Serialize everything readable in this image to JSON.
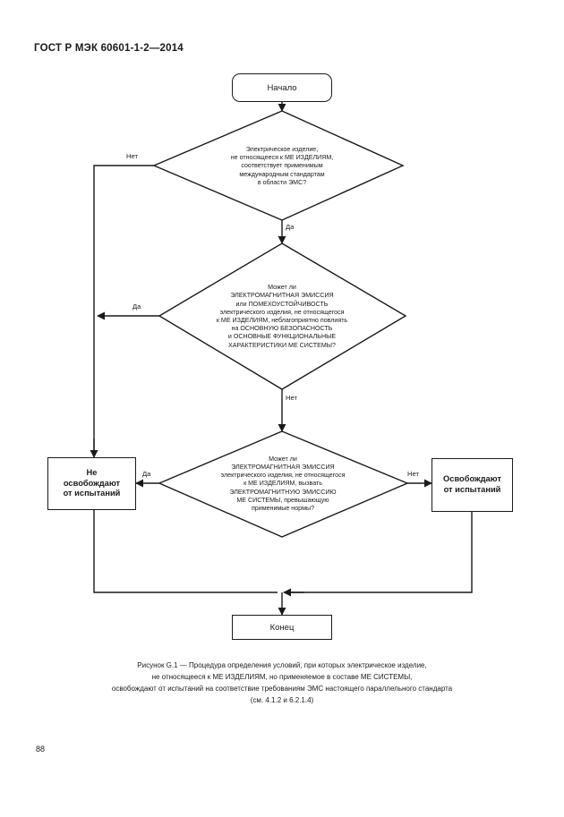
{
  "document": {
    "header": "ГОСТ Р МЭК 60601-1-2—2014",
    "page_number": "88"
  },
  "chart_data": {
    "type": "diagram",
    "diagram_kind": "flowchart",
    "title": "Рисунок G.1",
    "orientation": "top-to-bottom",
    "nodes": [
      {
        "id": "start",
        "shape": "rounded-rectangle",
        "text": "Начало"
      },
      {
        "id": "d1",
        "shape": "diamond",
        "text": "Электрическое изделие,\nне относящееся к МЕ ИЗДЕЛИЯМ,\nсоответствует применимым\nмеждународным стандартам\nв области ЭМС?"
      },
      {
        "id": "d2",
        "shape": "diamond",
        "text": "Может ли\nЭЛЕКТРОМАГНИТНАЯ ЭМИССИЯ\nили ПОМЕХОУСТОЙЧИВОСТЬ\nэлектрического изделия, не относящегося\nк МЕ ИЗДЕЛИЯМ, неблагоприятно повлиять\nна ОСНОВНУЮ БЕЗОПАСНОСТЬ\nи ОСНОВНЫЕ ФУНКЦИОНАЛЬНЫЕ\nХАРАКТЕРИСТИКИ МЕ СИСТЕМЫ?"
      },
      {
        "id": "d3",
        "shape": "diamond",
        "text": "Может ли\nЭЛЕКТРОМАГНИТНАЯ ЭМИССИЯ\nэлектрического изделия, не относящегося\nк МЕ ИЗДЕЛИЯМ, вызвать\nЭЛЕКТРОМАГНИТНУЮ ЭМИССИЮ\nМЕ СИСТЕМЫ, превышающую\nприменимые нормы?"
      },
      {
        "id": "left",
        "shape": "rectangle",
        "text": "Не\nосвобождают\nот испытаний"
      },
      {
        "id": "right",
        "shape": "rectangle",
        "text": "Освобождают\nот испытаний"
      },
      {
        "id": "end",
        "shape": "rectangle",
        "text": "Конец"
      }
    ],
    "edges": [
      {
        "from": "start",
        "to": "d1",
        "label": ""
      },
      {
        "from": "d1",
        "to": "left",
        "label": "Нет"
      },
      {
        "from": "d1",
        "to": "d2",
        "label": "Да"
      },
      {
        "from": "d2",
        "to": "left",
        "label": "Да"
      },
      {
        "from": "d2",
        "to": "d3",
        "label": "Нет"
      },
      {
        "from": "d3",
        "to": "left",
        "label": "Да"
      },
      {
        "from": "d3",
        "to": "right",
        "label": "Нет"
      },
      {
        "from": "left",
        "to": "end",
        "label": ""
      },
      {
        "from": "right",
        "to": "end",
        "label": ""
      }
    ],
    "edge_labels": {
      "d1_no": "Нет",
      "d1_yes": "Да",
      "d2_yes": "Да",
      "d2_no": "Нет",
      "d3_yes": "Да",
      "d3_no": "Нет"
    }
  },
  "caption": {
    "line1": "Рисунок G.1 — Процедура  определения  условий,  при  которых  электрическое изделие,",
    "line2": "не относящееся  к  МЕ ИЗДЕЛИЯМ,  но применяемое  в  составе МЕ СИСТЕМЫ,",
    "line3": "освобождают от  испытаний на соответствие требованиям ЭМС настоящего параллельного стандарта",
    "line4": "(см. 4.1.2 и 6.2.1.4)"
  }
}
